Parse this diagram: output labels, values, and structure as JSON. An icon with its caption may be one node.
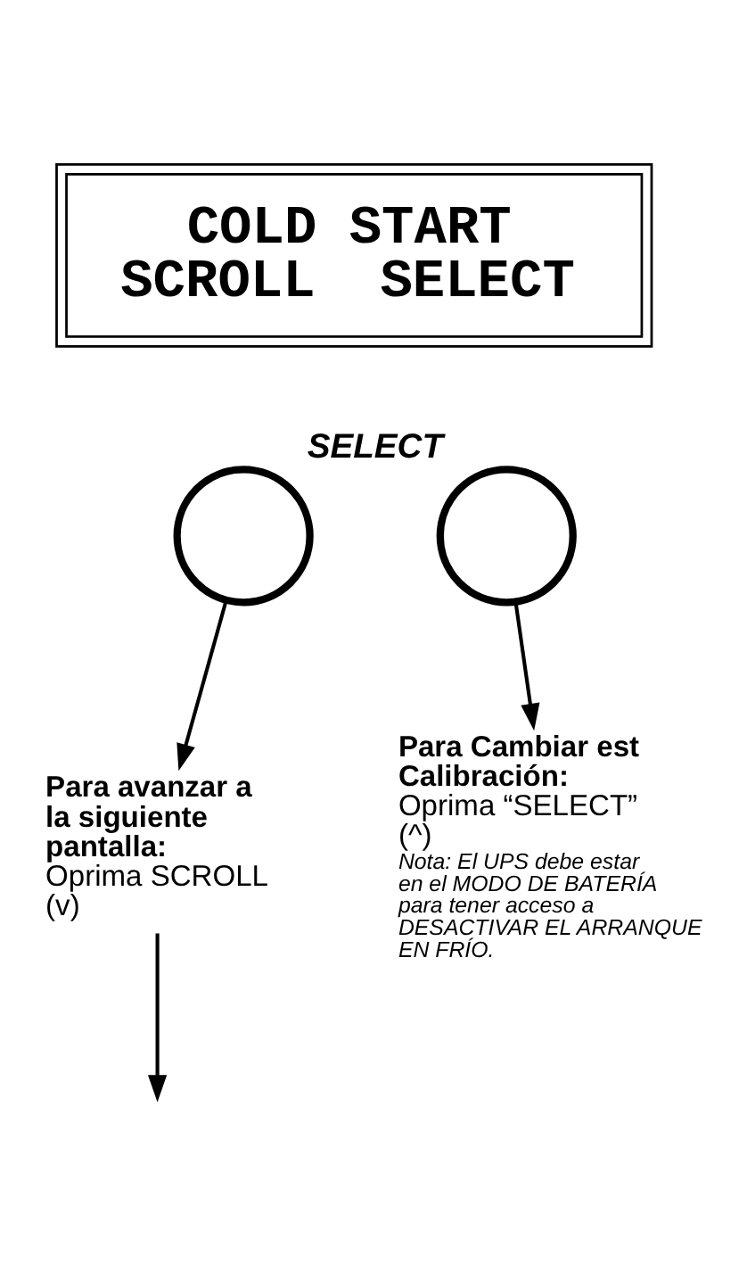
{
  "diagram": {
    "nodes": [
      {
        "text": [
          "COLD START",
          "SCROLL  SELECT"
        ]
      },
      {
        "text": [],
        "shape": "circle"
      },
      {
        "text": [],
        "shape": "circle",
        "beside": [
          "SELECT"
        ]
      },
      {
        "text": [
          "Para avanzar a la siguiente pantalla:",
          "Oprima SCROLL (v)"
        ]
      },
      {
        "text": [
          "Para Cambiar est Calibración:",
          "Oprima “SELECT” (^)",
          "Nota: El UPS debe estar en el MODO DE BATERÍA para tener acceso a DESACTIVAR EL ARRANQUE EN FRÍO."
        ]
      }
    ],
    "edges": [
      {
        "from": 1,
        "to": 3,
        "arrow": "to"
      },
      {
        "from": 2,
        "to": 4,
        "arrow": "to"
      },
      {
        "from": 3,
        "to": null,
        "arrow": "to"
      }
    ]
  }
}
